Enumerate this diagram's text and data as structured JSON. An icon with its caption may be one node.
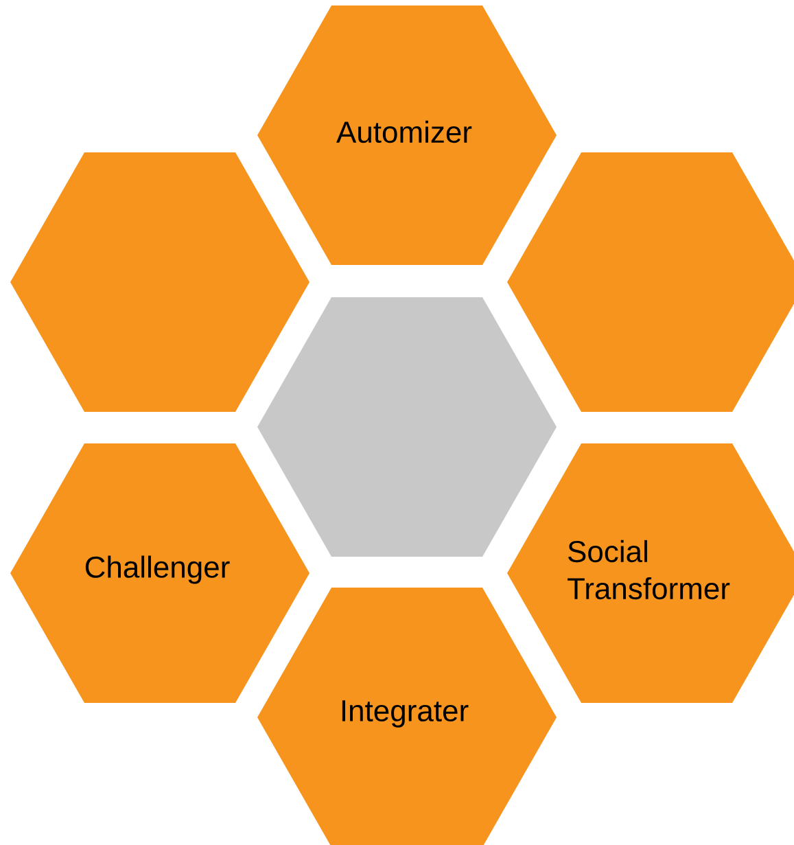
{
  "diagram": {
    "nodes": [
      {
        "text": [
          "Automizer"
        ]
      },
      {
        "text": [],
        "shape": "hexagon"
      },
      {
        "text": [],
        "shape": "hexagon"
      },
      {
        "text": [],
        "shape": "hexagon"
      },
      {
        "text": [
          "Challenger"
        ]
      },
      {
        "text": [
          "Social Transformer"
        ]
      },
      {
        "text": [
          "Integrater"
        ]
      }
    ]
  }
}
